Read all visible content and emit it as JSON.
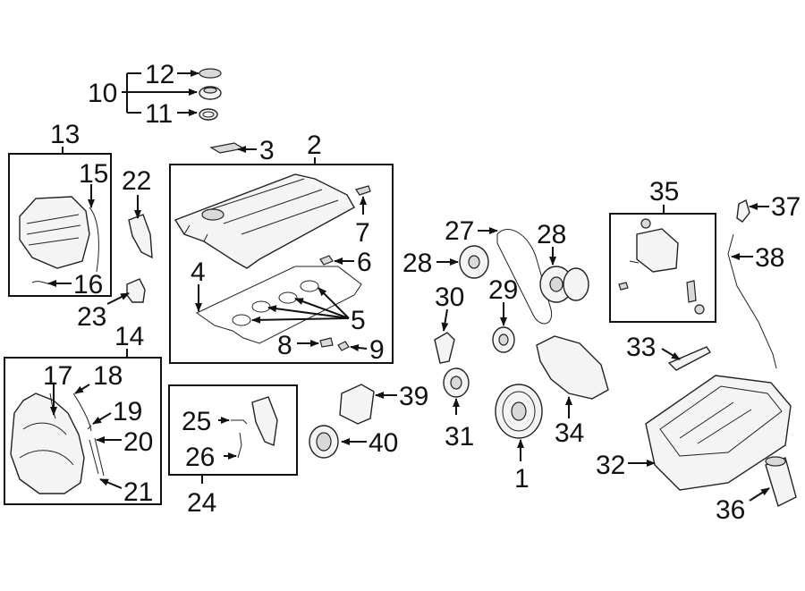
{
  "labels": {
    "l1": "1",
    "l2": "2",
    "l3": "3",
    "l4": "4",
    "l5": "5",
    "l6": "6",
    "l7": "7",
    "l8": "8",
    "l9": "9",
    "l10": "10",
    "l11": "11",
    "l12": "12",
    "l13": "13",
    "l14": "14",
    "l15": "15",
    "l16": "16",
    "l17": "17",
    "l18": "18",
    "l19": "19",
    "l20": "20",
    "l21": "21",
    "l22": "22",
    "l23": "23",
    "l24": "24",
    "l25": "25",
    "l26": "26",
    "l27": "27",
    "l28a": "28",
    "l28b": "28",
    "l29": "29",
    "l30": "30",
    "l31": "31",
    "l32": "32",
    "l33": "33",
    "l34": "34",
    "l35": "35",
    "l36": "36",
    "l37": "37",
    "l38": "38",
    "l39": "39",
    "l40": "40"
  }
}
